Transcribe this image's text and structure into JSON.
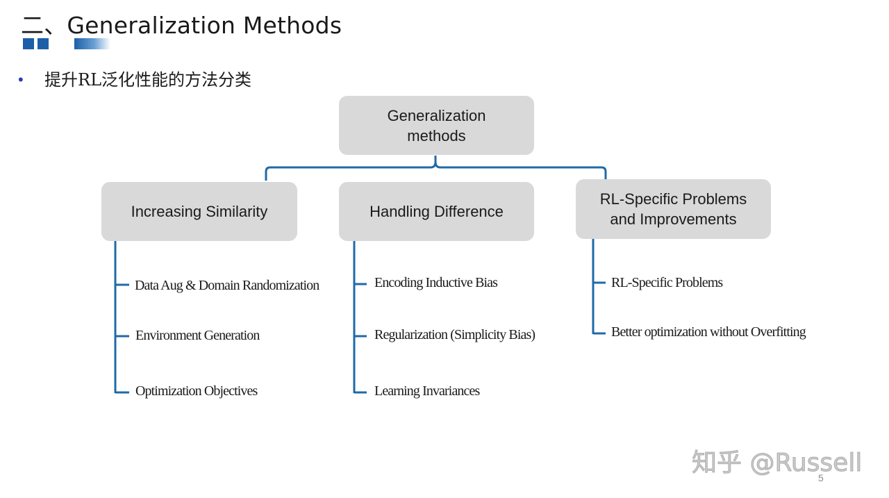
{
  "slide": {
    "title": "二、Generalization Methods",
    "bullet_marker": "•",
    "bullet": "提升RL泛化性能的方法分类",
    "page_number": "5",
    "watermark": "知乎 @Russell"
  },
  "tree": {
    "root": "Generalization\nmethods",
    "branches": [
      {
        "label": "Increasing Similarity",
        "leaves": [
          "Data Aug & Domain Randomization",
          "Environment Generation",
          "Optimization Objectives"
        ]
      },
      {
        "label": "Handling Difference",
        "leaves": [
          "Encoding Inductive Bias",
          "Regularization (Simplicity Bias)",
          "Learning Invariances"
        ]
      },
      {
        "label": "RL-Specific Problems\nand Improvements",
        "leaves": [
          "RL-Specific Problems",
          "Better optimization without Overfitting"
        ]
      }
    ]
  },
  "colors": {
    "accent": "#1c5fa8",
    "connector": "#1f6aa8",
    "node_fill": "#d9d9d9",
    "bullet": "#2a3cb8"
  }
}
